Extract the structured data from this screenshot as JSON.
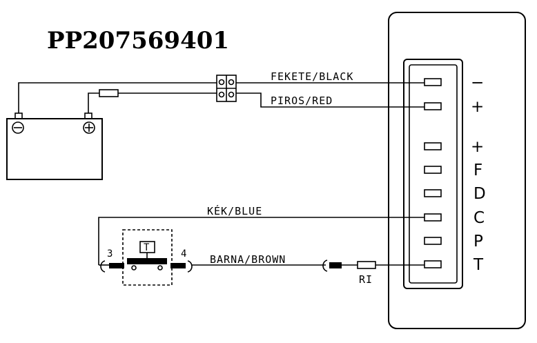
{
  "title": "PP207569401",
  "wires": {
    "black": "FEKETE/BLACK",
    "red": "PIROS/RED",
    "blue": "KÉK/BLUE",
    "brown": "BARNA/BROWN"
  },
  "terminals": {
    "left": "3",
    "right": "4"
  },
  "switch_label": "T",
  "resistor_label": "RI",
  "pins": [
    "−",
    "+",
    "+",
    "F",
    "D",
    "C",
    "P",
    "T"
  ]
}
